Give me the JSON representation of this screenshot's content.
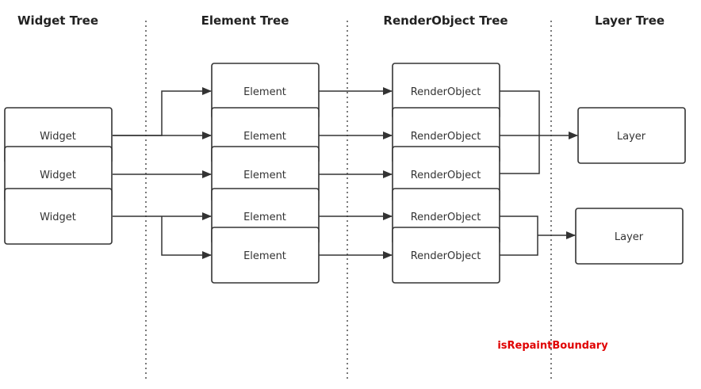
{
  "headings": {
    "widget_tree": "Widget Tree",
    "element_tree": "Element Tree",
    "render_object_tree": "RenderObject Tree",
    "layer_tree": "Layer Tree"
  },
  "widgets": [
    {
      "label": "Widget"
    },
    {
      "label": "Widget"
    },
    {
      "label": "Widget"
    }
  ],
  "elements": [
    {
      "label": "Element"
    },
    {
      "label": "Element"
    },
    {
      "label": "Element"
    },
    {
      "label": "Element"
    },
    {
      "label": "Element"
    }
  ],
  "render_objects": [
    {
      "label": "RenderObject"
    },
    {
      "label": "RenderObject"
    },
    {
      "label": "RenderObject"
    },
    {
      "label": "RenderObject"
    },
    {
      "label": "RenderObject"
    }
  ],
  "layers": [
    {
      "label": "Layer"
    },
    {
      "label": "Layer"
    }
  ],
  "annotation": {
    "text": "isRepaintBoundary",
    "color": "#e00000"
  },
  "colors": {
    "stroke": "#333333",
    "text": "#333333"
  }
}
